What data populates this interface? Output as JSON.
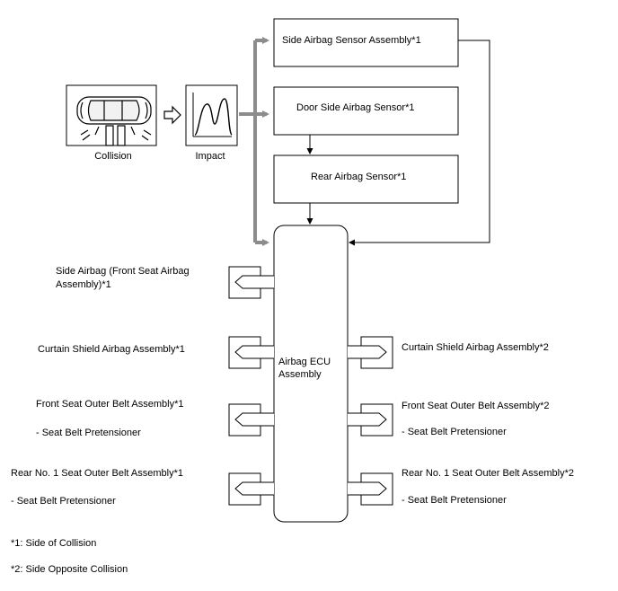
{
  "inputs": {
    "collision_label": "Collision",
    "impact_label": "Impact"
  },
  "sensors": {
    "side_airbag_sensor": "Side Airbag Sensor Assembly*1",
    "door_side_airbag_sensor": "Door Side Airbag Sensor*1",
    "rear_airbag_sensor": "Rear Airbag Sensor*1"
  },
  "ecu": {
    "line1": "Airbag ECU",
    "line2": "Assembly"
  },
  "outputs_left": {
    "side_airbag_line1": "Side Airbag (Front Seat Airbag",
    "side_airbag_line2": "Assembly)*1",
    "curtain_shield": "Curtain Shield Airbag Assembly*1",
    "front_belt": "Front Seat Outer Belt Assembly*1",
    "front_belt_sub": "- Seat Belt Pretensioner",
    "rear_belt": "Rear No. 1 Seat Outer Belt Assembly*1",
    "rear_belt_sub": "- Seat Belt Pretensioner"
  },
  "outputs_right": {
    "curtain_shield": "Curtain Shield Airbag Assembly*2",
    "front_belt": "Front Seat Outer Belt Assembly*2",
    "front_belt_sub": "- Seat Belt Pretensioner",
    "rear_belt": "Rear No. 1 Seat Outer Belt Assembly*2",
    "rear_belt_sub": "- Seat Belt Pretensioner"
  },
  "notes": {
    "note1": "*1: Side of Collision",
    "note2": "*2: Side Opposite Collision"
  },
  "icons": {
    "car": "car-top-view-icon",
    "impact_graph": "impact-waveform-icon",
    "connector": "airbag-connector-icon",
    "hollow_arrow": "hollow-arrow-right-icon"
  }
}
